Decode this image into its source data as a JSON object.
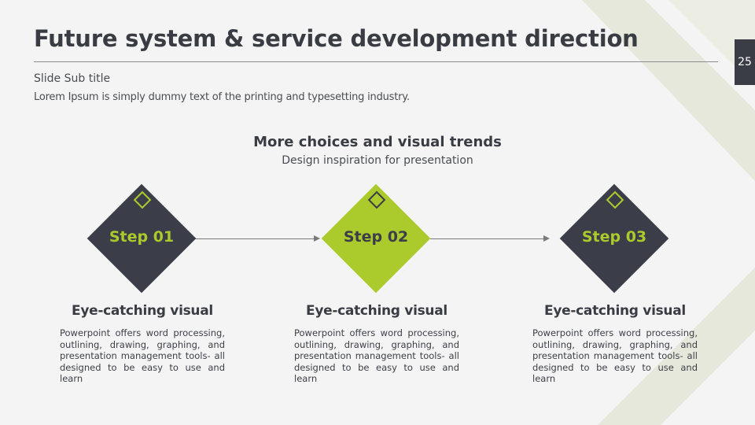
{
  "slide": {
    "title": "Future system & service development direction",
    "page_number": "25",
    "subtitle": "Slide Sub title",
    "description": "Lorem Ipsum is simply dummy text of the printing and typesetting industry."
  },
  "section": {
    "heading": "More choices and visual trends",
    "subheading": "Design inspiration for presentation"
  },
  "steps": [
    {
      "label": "Step 01",
      "title": "Eye-catching visual",
      "text": "Powerpoint offers word processing, outlining, drawing, graphing, and presentation management tools- all designed to be easy to use and learn"
    },
    {
      "label": "Step 02",
      "title": "Eye-catching visual",
      "text": "Powerpoint offers word processing, outlining, drawing, graphing, and presentation management tools- all designed to be easy to use and learn"
    },
    {
      "label": "Step 03",
      "title": "Eye-catching visual",
      "text": "Powerpoint offers word processing, outlining, drawing, graphing, and presentation management tools- all designed to be easy to use and learn"
    }
  ],
  "colors": {
    "dark": "#3b3e48",
    "accent_green": "#aacb2b",
    "background": "#f4f4f4"
  }
}
